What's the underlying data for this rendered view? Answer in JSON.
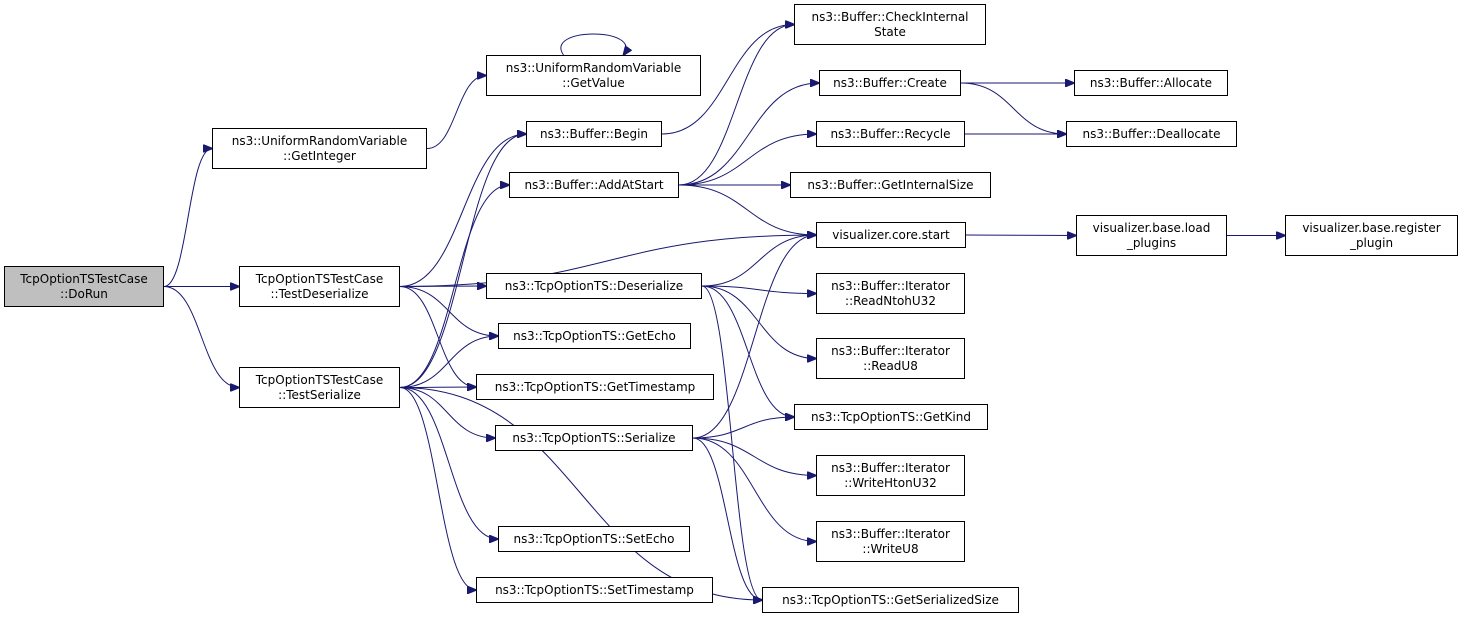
{
  "colors": {
    "edge": "#191970",
    "node_border": "#000000",
    "root_fill": "#bfbfbf",
    "node_fill": "#ffffff"
  },
  "nodes": {
    "doRun": [
      "TcpOptionTSTestCase",
      "::DoRun"
    ],
    "uniformGetInteger": [
      "ns3::UniformRandomVariable",
      "::GetInteger"
    ],
    "uniformGetValue": [
      "ns3::UniformRandomVariable",
      "::GetValue"
    ],
    "testDeserialize": [
      "TcpOptionTSTestCase",
      "::TestDeserialize"
    ],
    "testSerialize": [
      "TcpOptionTSTestCase",
      "::TestSerialize"
    ],
    "bufferBegin": [
      "ns3::Buffer::Begin"
    ],
    "bufferAddAtStart": [
      "ns3::Buffer::AddAtStart"
    ],
    "tsDeserialize": [
      "ns3::TcpOptionTS::Deserialize"
    ],
    "tsGetEcho": [
      "ns3::TcpOptionTS::GetEcho"
    ],
    "tsGetTimestamp": [
      "ns3::TcpOptionTS::GetTimestamp"
    ],
    "tsSerialize": [
      "ns3::TcpOptionTS::Serialize"
    ],
    "tsSetEcho": [
      "ns3::TcpOptionTS::SetEcho"
    ],
    "tsSetTimestamp": [
      "ns3::TcpOptionTS::SetTimestamp"
    ],
    "bufferCheckInternalState": [
      "ns3::Buffer::CheckInternal",
      "State"
    ],
    "bufferCreate": [
      "ns3::Buffer::Create"
    ],
    "bufferRecycle": [
      "ns3::Buffer::Recycle"
    ],
    "bufferGetInternalSize": [
      "ns3::Buffer::GetInternalSize"
    ],
    "vizCoreStart": [
      "visualizer.core.start"
    ],
    "iterReadNtohU32": [
      "ns3::Buffer::Iterator",
      "::ReadNtohU32"
    ],
    "iterReadU8": [
      "ns3::Buffer::Iterator",
      "::ReadU8"
    ],
    "tsGetKind": [
      "ns3::TcpOptionTS::GetKind"
    ],
    "iterWriteHtonU32": [
      "ns3::Buffer::Iterator",
      "::WriteHtonU32"
    ],
    "iterWriteU8": [
      "ns3::Buffer::Iterator",
      "::WriteU8"
    ],
    "tsGetSerializedSize": [
      "ns3::TcpOptionTS::GetSerializedSize"
    ],
    "bufferAllocate": [
      "ns3::Buffer::Allocate"
    ],
    "bufferDeallocate": [
      "ns3::Buffer::Deallocate"
    ],
    "vizLoadPlugins": [
      "visualizer.base.load",
      "_plugins"
    ],
    "vizRegisterPlugin": [
      "visualizer.base.register",
      "_plugin"
    ]
  },
  "edges": [
    [
      "doRun",
      "uniformGetInteger"
    ],
    [
      "doRun",
      "testDeserialize"
    ],
    [
      "doRun",
      "testSerialize"
    ],
    [
      "uniformGetInteger",
      "uniformGetValue"
    ],
    [
      "uniformGetValue",
      "uniformGetValue"
    ],
    [
      "testDeserialize",
      "bufferBegin"
    ],
    [
      "testDeserialize",
      "vizCoreStart"
    ],
    [
      "testDeserialize",
      "tsDeserialize"
    ],
    [
      "testDeserialize",
      "tsGetEcho"
    ],
    [
      "testDeserialize",
      "tsGetTimestamp"
    ],
    [
      "testSerialize",
      "bufferAddAtStart"
    ],
    [
      "testSerialize",
      "bufferBegin"
    ],
    [
      "testSerialize",
      "tsGetEcho"
    ],
    [
      "testSerialize",
      "tsGetTimestamp"
    ],
    [
      "testSerialize",
      "tsSerialize"
    ],
    [
      "testSerialize",
      "tsSetEcho"
    ],
    [
      "testSerialize",
      "tsSetTimestamp"
    ],
    [
      "testSerialize",
      "tsGetSerializedSize"
    ],
    [
      "bufferBegin",
      "bufferCheckInternalState"
    ],
    [
      "bufferAddAtStart",
      "bufferCheckInternalState"
    ],
    [
      "bufferAddAtStart",
      "bufferCreate"
    ],
    [
      "bufferAddAtStart",
      "bufferRecycle"
    ],
    [
      "bufferAddAtStart",
      "bufferGetInternalSize"
    ],
    [
      "bufferAddAtStart",
      "vizCoreStart"
    ],
    [
      "tsDeserialize",
      "vizCoreStart"
    ],
    [
      "tsDeserialize",
      "iterReadNtohU32"
    ],
    [
      "tsDeserialize",
      "iterReadU8"
    ],
    [
      "tsDeserialize",
      "tsGetKind"
    ],
    [
      "tsDeserialize",
      "tsGetSerializedSize"
    ],
    [
      "tsSerialize",
      "vizCoreStart"
    ],
    [
      "tsSerialize",
      "tsGetKind"
    ],
    [
      "tsSerialize",
      "iterWriteHtonU32"
    ],
    [
      "tsSerialize",
      "iterWriteU8"
    ],
    [
      "tsSerialize",
      "tsGetSerializedSize"
    ],
    [
      "bufferCreate",
      "bufferAllocate"
    ],
    [
      "bufferCreate",
      "bufferDeallocate"
    ],
    [
      "bufferRecycle",
      "bufferDeallocate"
    ],
    [
      "vizCoreStart",
      "vizLoadPlugins"
    ],
    [
      "vizLoadPlugins",
      "vizRegisterPlugin"
    ]
  ]
}
